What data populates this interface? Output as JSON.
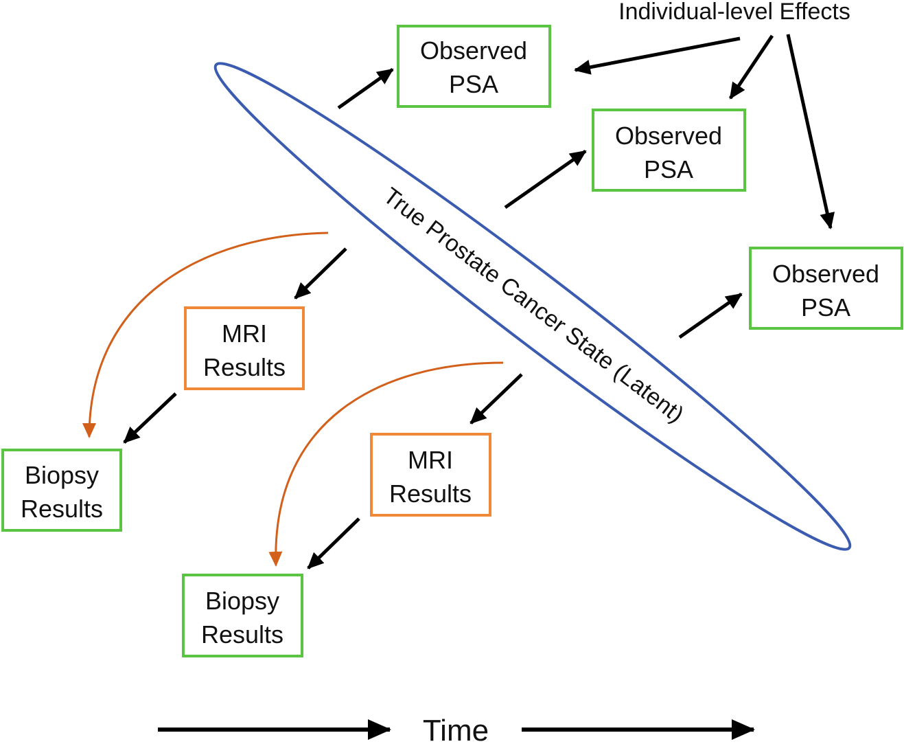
{
  "latent": {
    "label": "True Prostate Cancer State (Latent)",
    "stroke_color": "#3a5bb0"
  },
  "effects": {
    "label": "Individual-level Effects"
  },
  "psa_boxes": [
    {
      "line1": "Observed",
      "line2": "PSA"
    },
    {
      "line1": "Observed",
      "line2": "PSA"
    },
    {
      "line1": "Observed",
      "line2": "PSA"
    }
  ],
  "mri_boxes": [
    {
      "line1": "MRI",
      "line2": "Results"
    },
    {
      "line1": "MRI",
      "line2": "Results"
    }
  ],
  "biopsy_boxes": [
    {
      "line1": "Biopsy",
      "line2": "Results"
    },
    {
      "line1": "Biopsy",
      "line2": "Results"
    }
  ],
  "time": {
    "label": "Time"
  },
  "colors": {
    "observed_box": "#5cc443",
    "mri_box": "#f0883a",
    "latent_ellipse": "#3a5bb0",
    "latent_arrow": "#d2601a",
    "arrow": "#000000"
  }
}
